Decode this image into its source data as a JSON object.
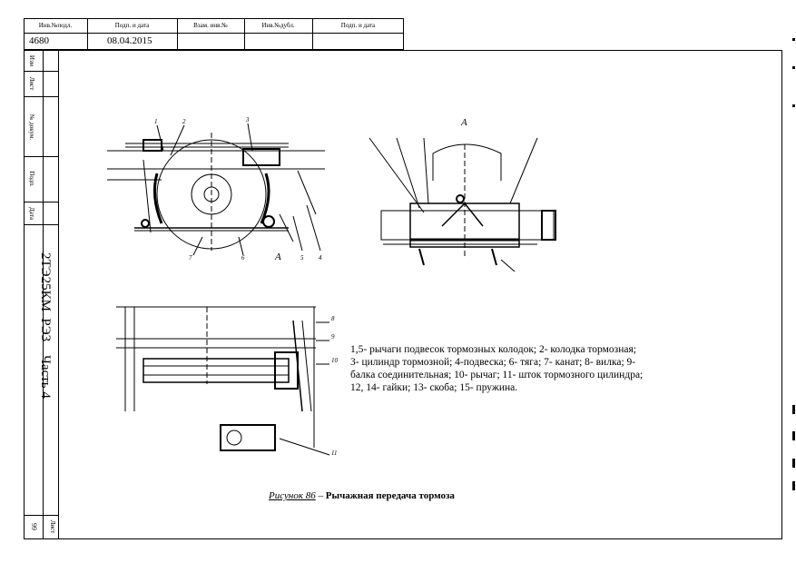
{
  "header": {
    "inv_original_label": "Инв.№подл.",
    "sign_date_label": "Подп. и дата",
    "replace_inv_label": "Взам. инв.№",
    "inv_duplicate_label": "Инв.№дубл.",
    "sign_date2_label": "Подп. и дата",
    "inv_original_value": "4680",
    "sign_date_value": "08.04.2015"
  },
  "side_stamp": {
    "izm": "Изм",
    "list": "Лист",
    "doc_no": "№ докум.",
    "sign": "Подп.",
    "date": "Дата",
    "doc_title_1": "2ТЭ25КМ",
    "doc_title_2": "РЭ3",
    "doc_title_3": "Часть 4",
    "page_label": "Лист",
    "page_number": "99"
  },
  "drawing": {
    "section_label": "А",
    "view_label": "А"
  },
  "legend": {
    "line1": "1,5- рычаги подвесок тормозных колодок; 2- колодка тормозная;",
    "line2": "3- цилиндр тормозной; 4-подвеска; 6- тяга; 7- канат; 8- вилка; 9-",
    "line3": "балка соединительная; 10- рычаг; 11- шток тормозного цилиндра;",
    "line4": "12, 14- гайки; 13- скоба; 15- пружина."
  },
  "caption": {
    "figure_ref": "Рисунок 86",
    "dash": " – ",
    "title": "Рычажная передача тормоза"
  }
}
